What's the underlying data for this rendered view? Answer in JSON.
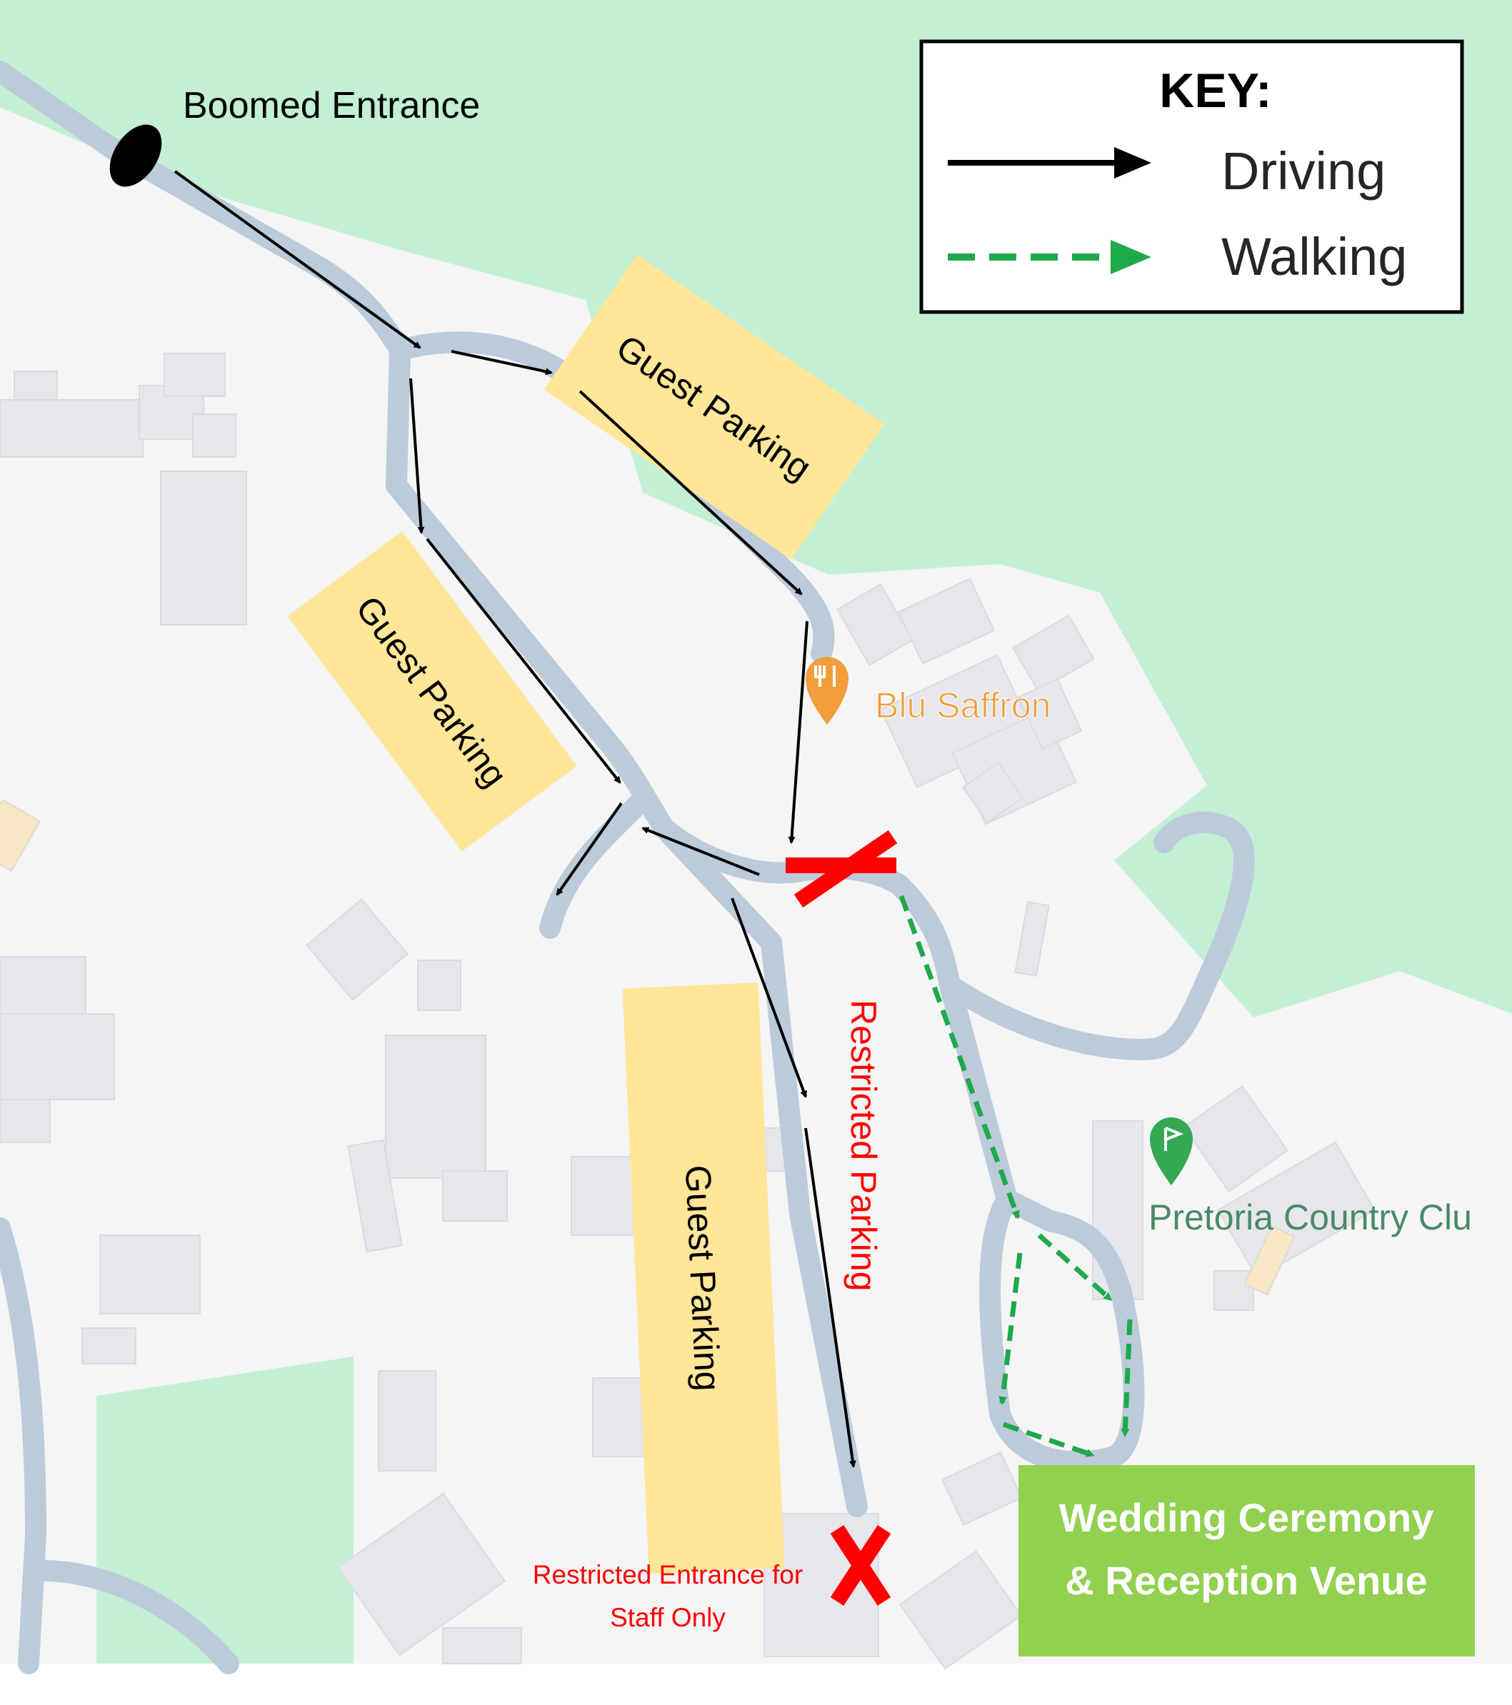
{
  "entrance": {
    "label": "Boomed Entrance"
  },
  "key": {
    "title": "KEY:",
    "driving": "Driving",
    "walking": "Walking"
  },
  "parking": [
    {
      "label": "Guest Parking"
    },
    {
      "label": "Guest Parking"
    },
    {
      "label": "Guest Parking"
    }
  ],
  "restricted_parking": {
    "label": "Restricted Parking"
  },
  "restricted_entrance": {
    "line1": "Restricted Entrance for",
    "line2": "Staff Only"
  },
  "places": [
    {
      "name": "Blu Saffron",
      "icon": "restaurant-icon",
      "color": "#f29e3c"
    },
    {
      "name": "Pretoria Country Clu",
      "icon": "golf-icon",
      "color": "#34a853"
    }
  ],
  "venue": {
    "line1": "Wedding Ceremony",
    "line2": "& Reception Venue",
    "color": "#92d050"
  },
  "colors": {
    "green_area": "#c3f0d4",
    "road": "#bccbda",
    "parking": "#ffe699",
    "restricted": "#ff0000",
    "walk": "#1fa94b"
  }
}
